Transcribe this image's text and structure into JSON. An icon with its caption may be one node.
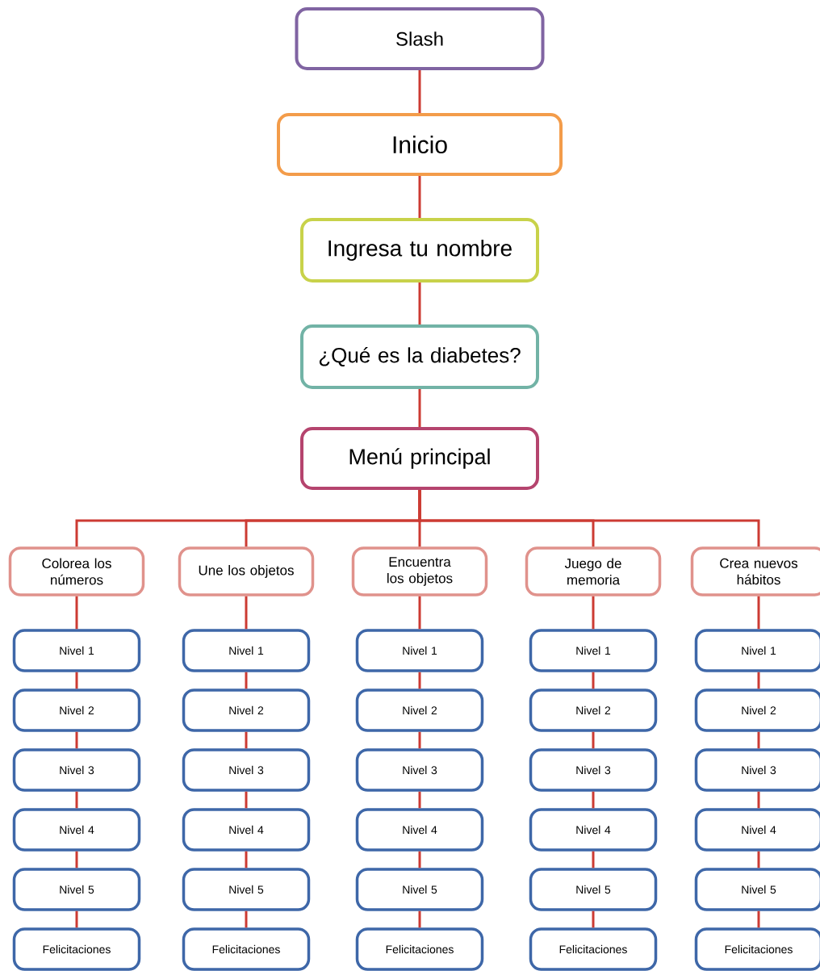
{
  "diagram": {
    "nodes": [
      {
        "text": [
          "Slash"
        ]
      },
      {
        "text": [
          "Inicio"
        ]
      },
      {
        "text": [
          "Ingresa tu nombre"
        ]
      },
      {
        "text": [
          "¿Qué es la diabetes?"
        ]
      },
      {
        "text": [
          "Menú principal"
        ]
      },
      {
        "text": [
          "Colorea los números"
        ]
      },
      {
        "text": [
          "Une los objetos"
        ]
      },
      {
        "text": [
          "Encuentra los objetos"
        ]
      },
      {
        "text": [
          "Juego de memoria"
        ]
      },
      {
        "text": [
          "Crea nuevos hábitos"
        ]
      },
      {
        "text": [
          "Nivel 1"
        ]
      },
      {
        "text": [
          "Nivel 1"
        ]
      },
      {
        "text": [
          "Nivel 1"
        ]
      },
      {
        "text": [
          "Nivel 1"
        ]
      },
      {
        "text": [
          "Nivel 1"
        ]
      },
      {
        "text": [
          "Nivel 2"
        ]
      },
      {
        "text": [
          "Nivel 2"
        ]
      },
      {
        "text": [
          "Nivel 2"
        ]
      },
      {
        "text": [
          "Nivel 2"
        ]
      },
      {
        "text": [
          "Nivel 2"
        ]
      },
      {
        "text": [
          "Nivel 3"
        ]
      },
      {
        "text": [
          "Nivel 3"
        ]
      },
      {
        "text": [
          "Nivel 3"
        ]
      },
      {
        "text": [
          "Nivel 3"
        ]
      },
      {
        "text": [
          "Nivel 3"
        ]
      },
      {
        "text": [
          "Nivel 4"
        ]
      },
      {
        "text": [
          "Nivel 4"
        ]
      },
      {
        "text": [
          "Nivel 4"
        ]
      },
      {
        "text": [
          "Nivel 4"
        ]
      },
      {
        "text": [
          "Nivel 4"
        ]
      },
      {
        "text": [
          "Nivel 5"
        ]
      },
      {
        "text": [
          "Nivel 5"
        ]
      },
      {
        "text": [
          "Nivel 5"
        ]
      },
      {
        "text": [
          "Nivel 5"
        ]
      },
      {
        "text": [
          "Nivel 5"
        ]
      },
      {
        "text": [
          "Felicitaciones"
        ]
      },
      {
        "text": [
          "Felicitaciones"
        ]
      },
      {
        "text": [
          "Felicitaciones"
        ]
      },
      {
        "text": [
          "Felicitaciones"
        ]
      },
      {
        "text": [
          "Felicitaciones"
        ]
      }
    ],
    "edges": [
      {
        "from": 0,
        "to": 1,
        "arrow": "none"
      },
      {
        "from": 1,
        "to": 2,
        "arrow": "none"
      },
      {
        "from": 2,
        "to": 3,
        "arrow": "none"
      },
      {
        "from": 3,
        "to": 4,
        "arrow": "none"
      },
      {
        "from": 4,
        "to": 5,
        "arrow": "none"
      },
      {
        "from": 4,
        "to": 6,
        "arrow": "none"
      },
      {
        "from": 4,
        "to": 7,
        "arrow": "none"
      },
      {
        "from": 4,
        "to": 8,
        "arrow": "none"
      },
      {
        "from": 4,
        "to": 9,
        "arrow": "none"
      },
      {
        "from": 5,
        "to": 10,
        "arrow": "none"
      },
      {
        "from": 6,
        "to": 11,
        "arrow": "none"
      },
      {
        "from": 7,
        "to": 12,
        "arrow": "none"
      },
      {
        "from": 8,
        "to": 13,
        "arrow": "none"
      },
      {
        "from": 9,
        "to": 14,
        "arrow": "none"
      },
      {
        "from": 10,
        "to": 15,
        "arrow": "none"
      },
      {
        "from": 11,
        "to": 16,
        "arrow": "none"
      },
      {
        "from": 12,
        "to": 17,
        "arrow": "none"
      },
      {
        "from": 13,
        "to": 18,
        "arrow": "none"
      },
      {
        "from": 14,
        "to": 19,
        "arrow": "none"
      },
      {
        "from": 15,
        "to": 20,
        "arrow": "none"
      },
      {
        "from": 16,
        "to": 21,
        "arrow": "none"
      },
      {
        "from": 17,
        "to": 22,
        "arrow": "none"
      },
      {
        "from": 18,
        "to": 23,
        "arrow": "none"
      },
      {
        "from": 19,
        "to": 24,
        "arrow": "none"
      },
      {
        "from": 20,
        "to": 25,
        "arrow": "none"
      },
      {
        "from": 21,
        "to": 26,
        "arrow": "none"
      },
      {
        "from": 22,
        "to": 27,
        "arrow": "none"
      },
      {
        "from": 23,
        "to": 28,
        "arrow": "none"
      },
      {
        "from": 24,
        "to": 29,
        "arrow": "none"
      },
      {
        "from": 25,
        "to": 30,
        "arrow": "none"
      },
      {
        "from": 26,
        "to": 31,
        "arrow": "none"
      },
      {
        "from": 27,
        "to": 32,
        "arrow": "none"
      },
      {
        "from": 28,
        "to": 33,
        "arrow": "none"
      },
      {
        "from": 29,
        "to": 34,
        "arrow": "none"
      },
      {
        "from": 30,
        "to": 35,
        "arrow": "none"
      },
      {
        "from": 31,
        "to": 36,
        "arrow": "none"
      },
      {
        "from": 32,
        "to": 37,
        "arrow": "none"
      },
      {
        "from": 33,
        "to": 38,
        "arrow": "none"
      },
      {
        "from": 34,
        "to": 39,
        "arrow": "none"
      }
    ]
  }
}
